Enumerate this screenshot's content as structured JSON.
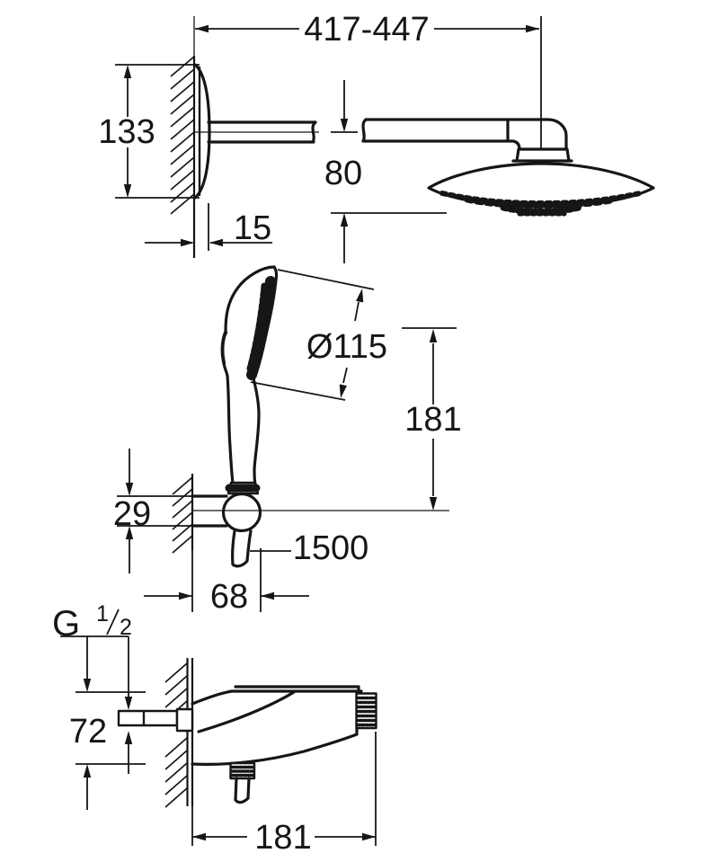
{
  "drawing": {
    "background": "#ffffff",
    "line_color": "#161616",
    "views": {
      "head_shower": {
        "label_width": "417-447",
        "label_plate_height": "133",
        "label_drop": "80",
        "label_plate_depth": "15"
      },
      "hand_shower": {
        "label_diameter": "Ø115",
        "label_height": "181",
        "label_holder": "29",
        "label_hose": "1500",
        "label_depth": "68"
      },
      "mixer": {
        "thread_g": "G",
        "thread_numerator": "1",
        "thread_denominator": "2",
        "label_inlet": "72",
        "label_depth": "181"
      }
    }
  }
}
